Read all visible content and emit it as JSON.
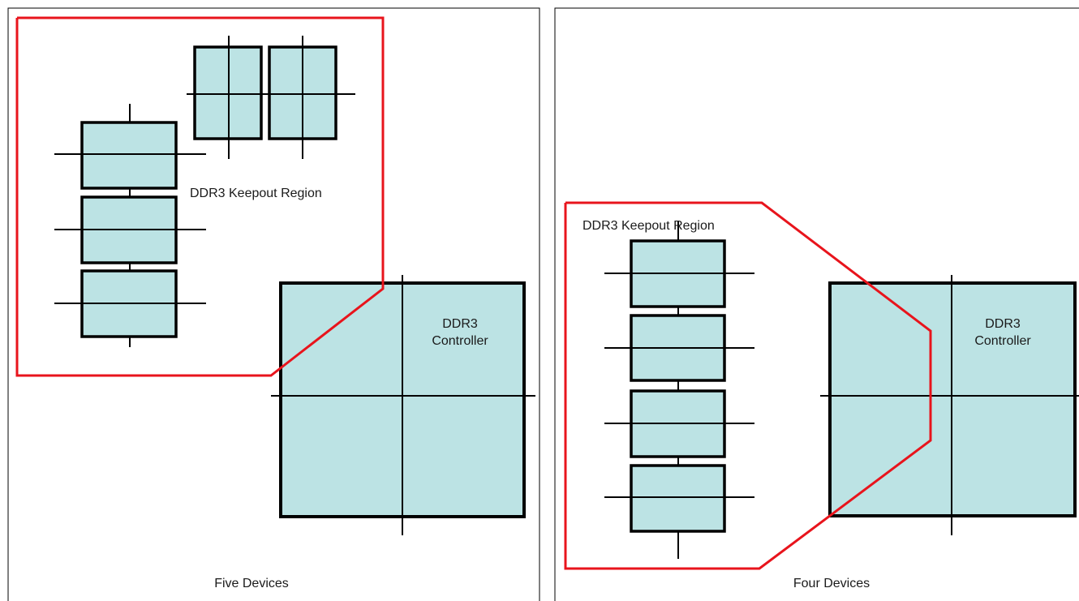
{
  "panels": [
    {
      "id": "five",
      "caption": "Five Devices",
      "keepout_label": "DDR3 Keepout Region",
      "controller_label": [
        "DDR3",
        "Controller"
      ],
      "device_count": 5
    },
    {
      "id": "four",
      "caption": "Four Devices",
      "keepout_label": "DDR3 Keepout Region",
      "controller_label": [
        "DDR3",
        "Controller"
      ],
      "device_count": 4
    }
  ],
  "colors": {
    "chip_fill": "#bce3e4",
    "keepout_outline": "#e8141c",
    "outline": "#000000"
  }
}
